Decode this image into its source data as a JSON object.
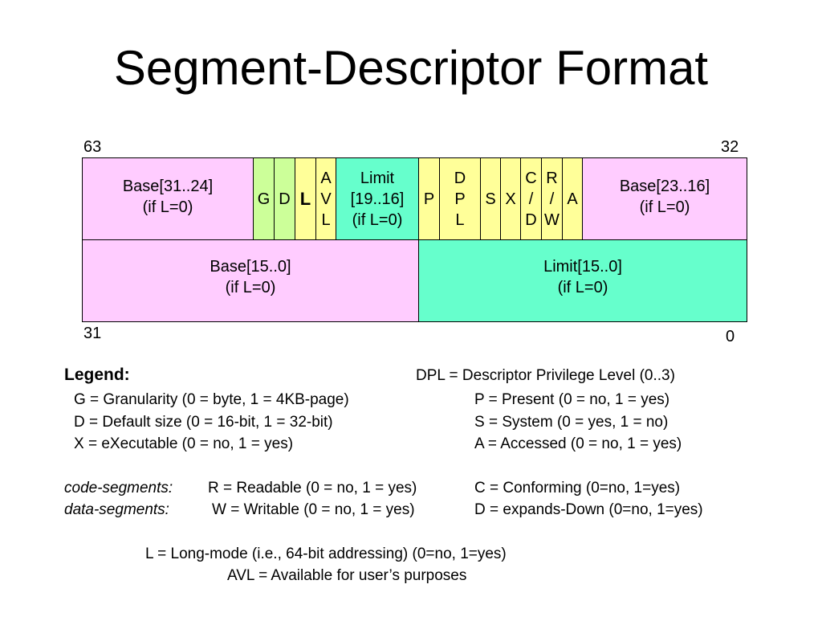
{
  "title": "Segment-Descriptor Format",
  "bit_labels": {
    "b63": "63",
    "b32": "32",
    "b31": "31",
    "b0": "0"
  },
  "upper_fields": {
    "base_hi": "Base[31..24]\n(if L=0)",
    "g": "G",
    "d": "D",
    "l": "L",
    "avl": "A\nV\nL",
    "limit_hi": "Limit\n[19..16]\n(if L=0)",
    "p": "P",
    "dpl": "D\nP\nL",
    "s": "S",
    "x": "X",
    "cd": "C\n/\nD",
    "rw": "R\n/\nW",
    "a": "A",
    "base_mid": "Base[23..16]\n(if L=0)"
  },
  "lower_fields": {
    "base_lo": "Base[15..0]\n(if L=0)",
    "limit_lo": "Limit[15..0]\n(if L=0)"
  },
  "legend": {
    "heading": "Legend:",
    "dpl": "DPL = Descriptor Privilege Level (0..3)",
    "g": "G = Granularity (0 = byte, 1 = 4KB-page)",
    "p": "P = Present (0 = no, 1 = yes)",
    "d": "D = Default size (0 = 16-bit, 1 = 32-bit)",
    "s": "S = System (0 = yes, 1 = no)",
    "x": "X = eXecutable (0 = no, 1 = yes)",
    "a": "A = Accessed (0 = no, 1 = yes)",
    "code_label": "code-segments:",
    "r": "R = Readable (0 = no, 1 = yes)",
    "c": "C = Conforming (0=no, 1=yes)",
    "data_label": "data-segments:",
    "w": "W = Writable (0 = no, 1 = yes)",
    "dd": "D = expands-Down (0=no, 1=yes)",
    "l": "L = Long-mode (i.e., 64-bit addressing) (0=no, 1=yes)",
    "avl": "AVL = Available for user’s purposes"
  }
}
